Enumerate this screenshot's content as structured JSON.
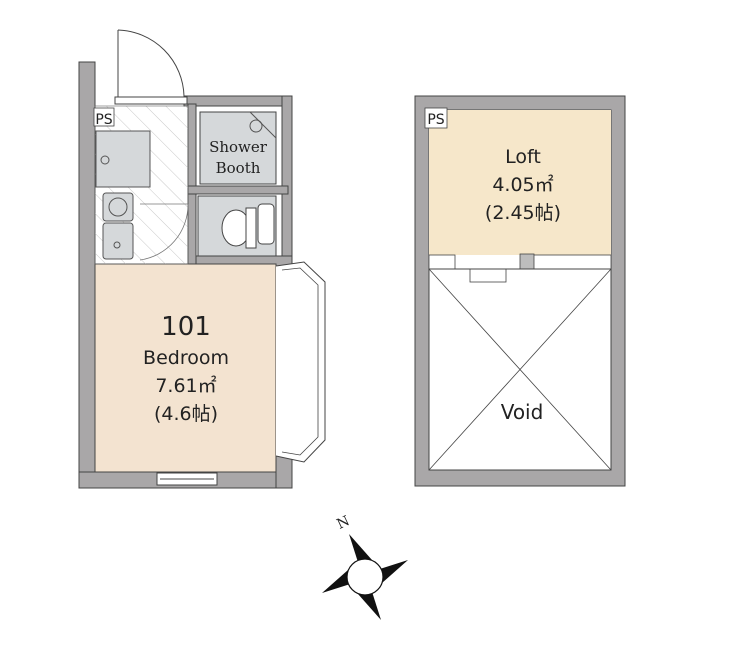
{
  "floor1": {
    "unit_number": "101",
    "bedroom": {
      "name": "Bedroom",
      "area": "7.61㎡",
      "tatami": "(4.6帖)"
    },
    "shower": {
      "line1": "Shower",
      "line2": "Booth"
    },
    "ps_label": "PS"
  },
  "loft_floor": {
    "loft": {
      "name": "Loft",
      "area": "4.05㎡",
      "tatami": "(2.45帖)"
    },
    "void_label": "Void",
    "ps_label": "PS"
  },
  "compass": {
    "north_label": "N"
  },
  "colors": {
    "wall": "#a9a7a8",
    "room_fill": "#f3e3d0",
    "loft_fill": "#f6e7ca",
    "wet_fill": "#d5d8da",
    "outline": "#333333"
  }
}
